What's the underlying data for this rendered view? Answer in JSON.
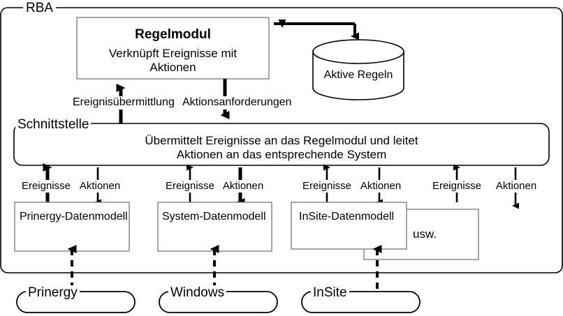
{
  "diagram": {
    "title_outer": "RBA",
    "interface_label": "Schnittstelle",
    "rule_module": {
      "title": "Regelmodul",
      "description_line1": "Verknüpft Ereignisse mit",
      "description_line2": "Aktionen"
    },
    "database": {
      "label": "Aktive Regeln"
    },
    "interface_box": {
      "line1": "Übermittelt Ereignisse an das Regelmodul und leitet",
      "line2": "Aktionen an das entsprechende System"
    },
    "top_arrow_labels": {
      "events": "Ereignisübermittlung",
      "actions": "Aktionsanforderungen"
    },
    "channel_labels": [
      {
        "events": "Ereignisse",
        "actions": "Aktionen"
      },
      {
        "events": "Ereignisse",
        "actions": "Aktionen"
      },
      {
        "events": "Ereignisse",
        "actions": "Aktionen"
      },
      {
        "events": "Ereignisse",
        "actions": "Aktionen"
      }
    ],
    "data_models": [
      {
        "label": "Prinergy-Datenmodell"
      },
      {
        "label": "System-Datenmodell"
      },
      {
        "label": "InSite-Datenmodell"
      },
      {
        "label": "usw."
      }
    ],
    "systems": [
      {
        "label": "Prinergy"
      },
      {
        "label": "Windows"
      },
      {
        "label": "InSite"
      }
    ],
    "colors": {
      "stroke": "#000000",
      "box_stroke": "#808080",
      "background": "#ffffff",
      "text": "#000000"
    }
  }
}
